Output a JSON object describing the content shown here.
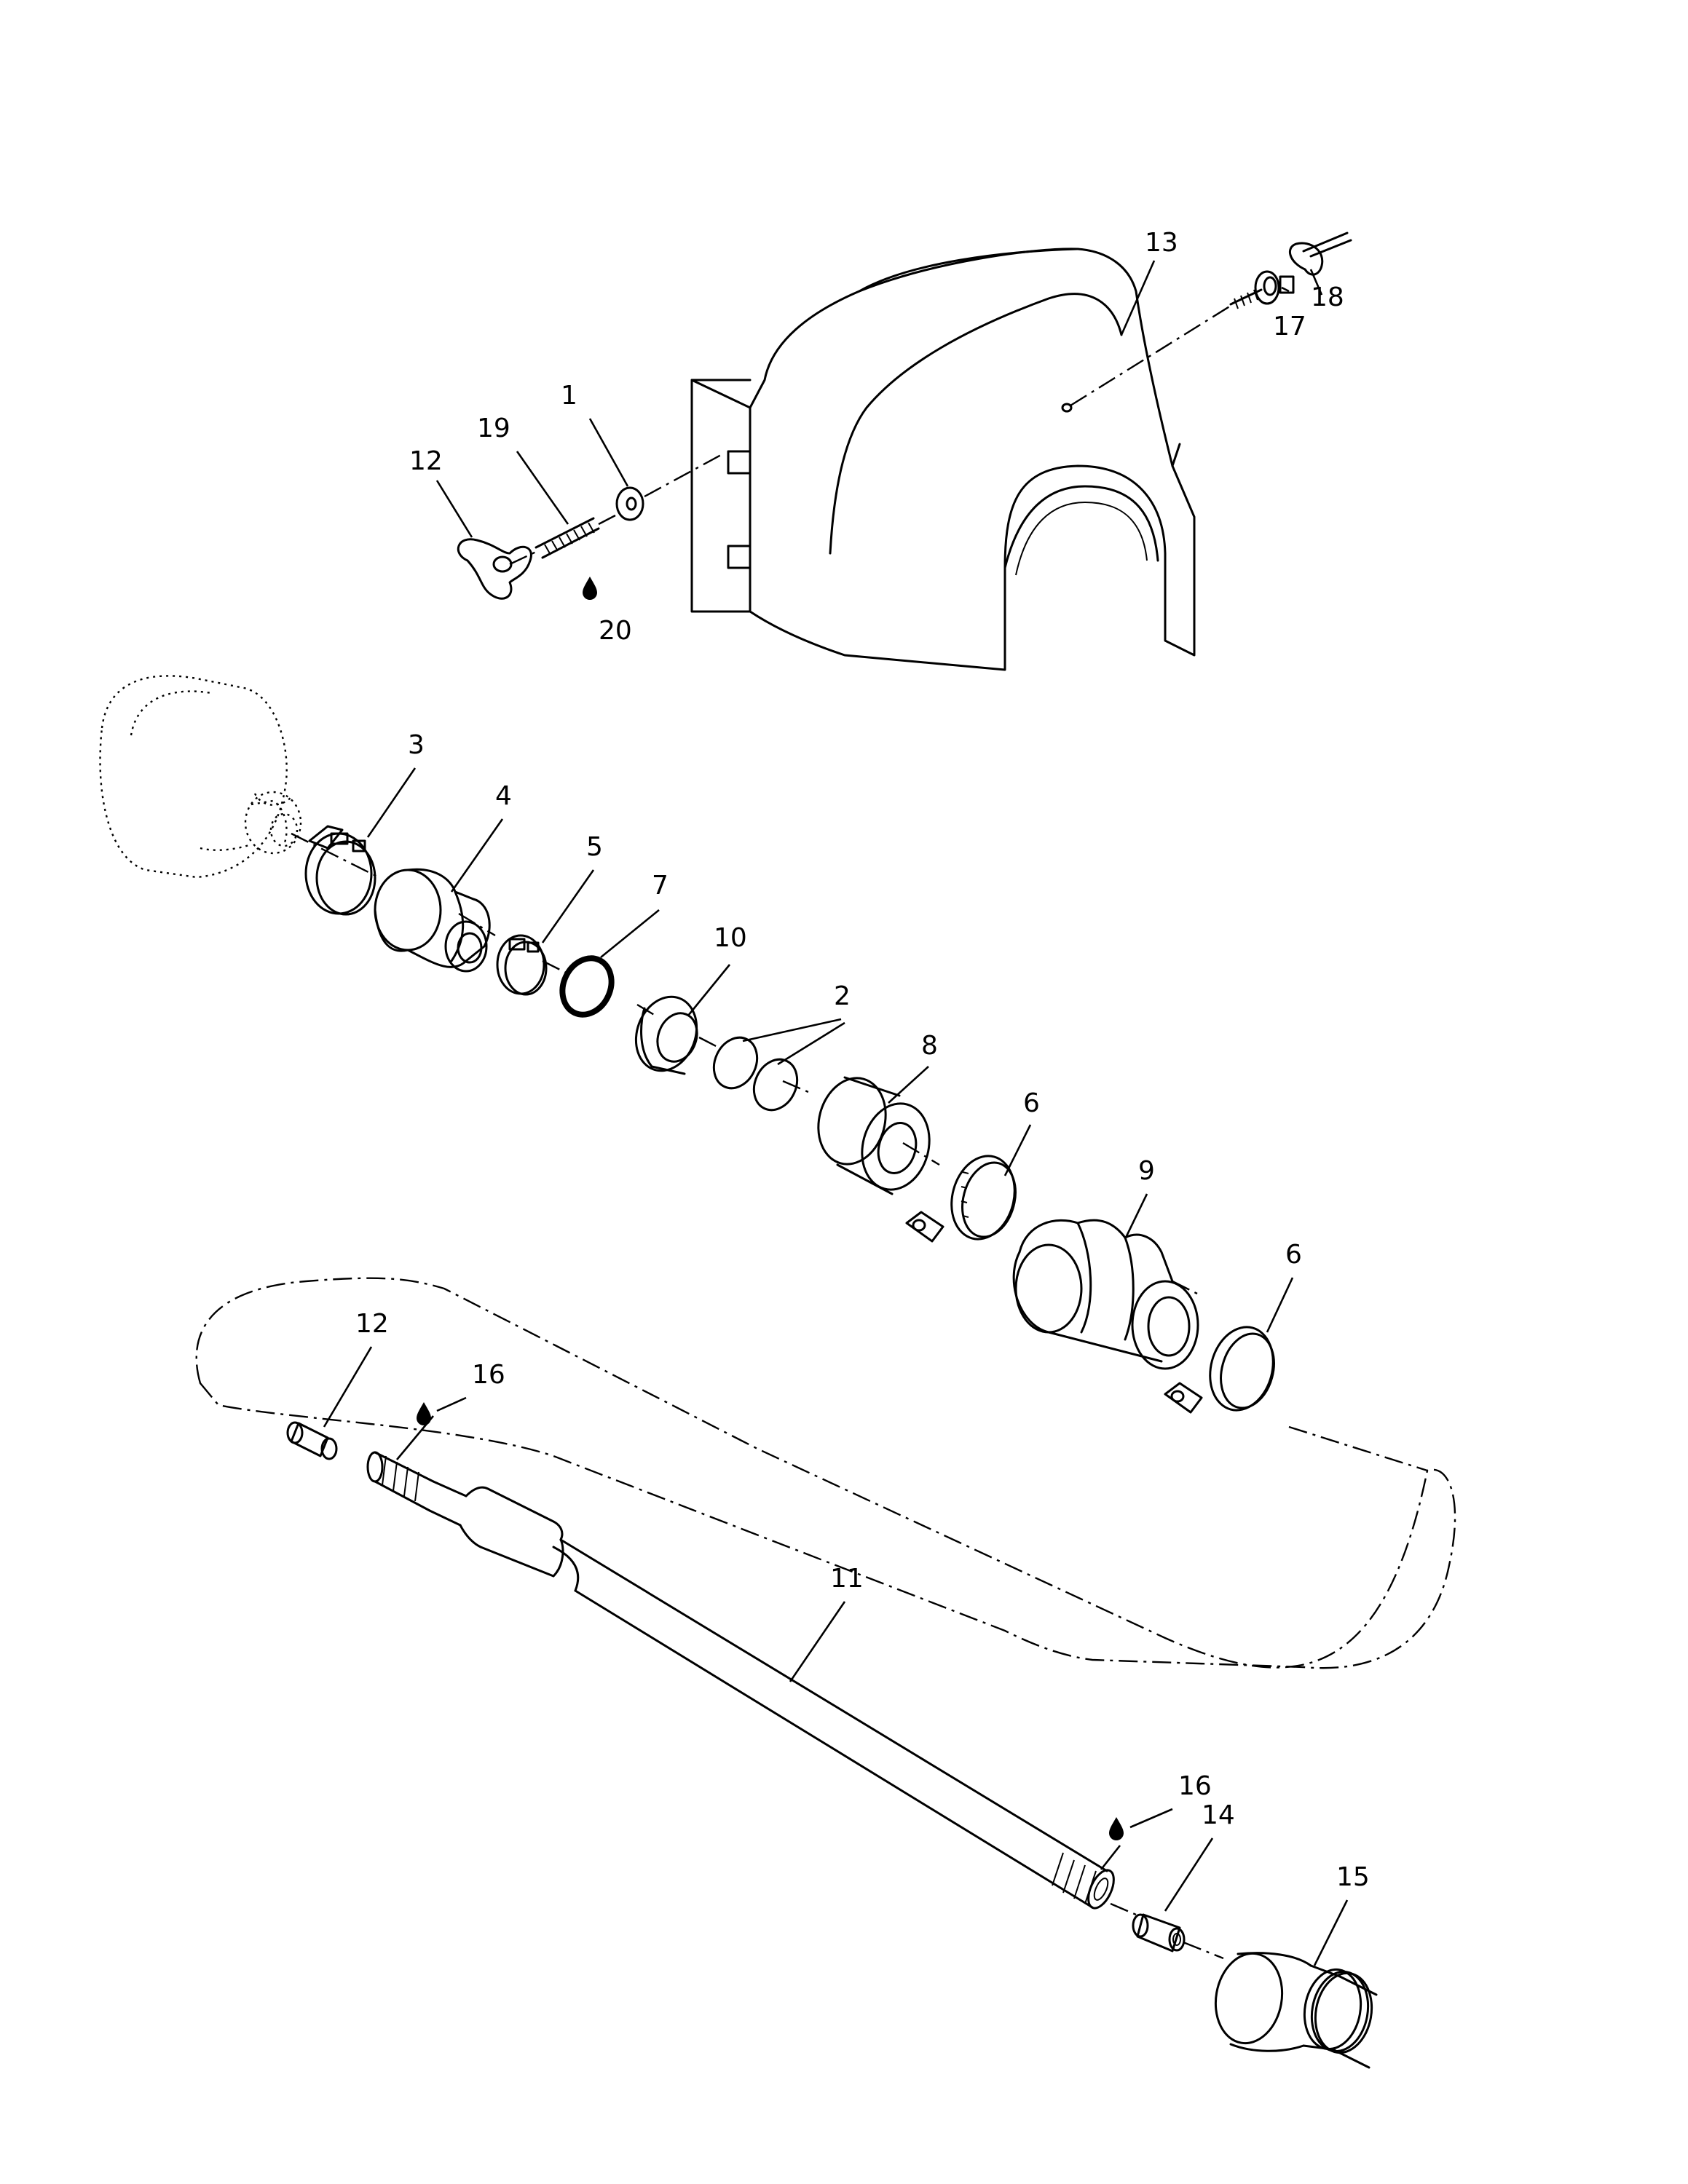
{
  "callouts": [
    {
      "id": "c1",
      "text": "1"
    },
    {
      "id": "c2",
      "text": "2"
    },
    {
      "id": "c3",
      "text": "3"
    },
    {
      "id": "c4",
      "text": "4"
    },
    {
      "id": "c5",
      "text": "5"
    },
    {
      "id": "c6a",
      "text": "6"
    },
    {
      "id": "c6b",
      "text": "6"
    },
    {
      "id": "c7",
      "text": "7"
    },
    {
      "id": "c8",
      "text": "8"
    },
    {
      "id": "c9",
      "text": "9"
    },
    {
      "id": "c10",
      "text": "10"
    },
    {
      "id": "c11",
      "text": "11"
    },
    {
      "id": "c12a",
      "text": "12"
    },
    {
      "id": "c12b",
      "text": "12"
    },
    {
      "id": "c13",
      "text": "13"
    },
    {
      "id": "c14",
      "text": "14"
    },
    {
      "id": "c15",
      "text": "15"
    },
    {
      "id": "c16a",
      "text": "16"
    },
    {
      "id": "c16b",
      "text": "16"
    },
    {
      "id": "c17",
      "text": "17"
    },
    {
      "id": "c18",
      "text": "18"
    },
    {
      "id": "c19",
      "text": "19"
    },
    {
      "id": "c20",
      "text": "20"
    }
  ],
  "icons": {
    "lubricant": "oil-drop-icon"
  }
}
